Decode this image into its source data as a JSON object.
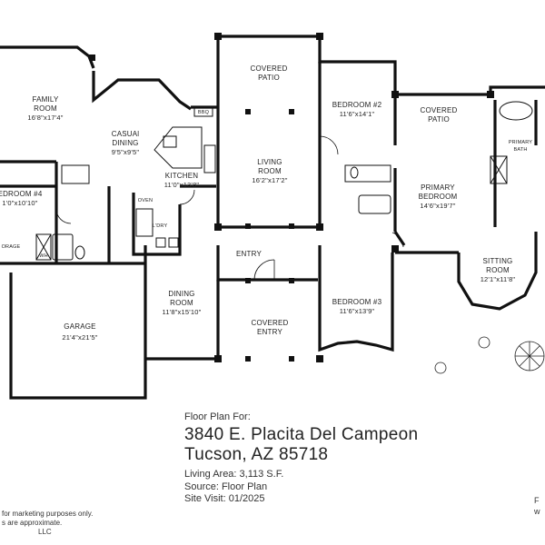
{
  "rooms": {
    "family": {
      "name": "FAMILY",
      "name2": "ROOM",
      "dims": "16'8\"x17'4\""
    },
    "covered_patio_top": {
      "name": "COVERED",
      "name2": "PATIO"
    },
    "bedroom2": {
      "name": "BEDROOM #2",
      "dims": "11'6\"x14'1\""
    },
    "covered_patio_right": {
      "name": "COVERED",
      "name2": "PATIO"
    },
    "casual_dining": {
      "name": "CASUAl",
      "name2": "DINING",
      "dims": "9'5\"x9'5\""
    },
    "bbq": {
      "name": "BBQ"
    },
    "living": {
      "name": "LIVING",
      "name2": "ROOM",
      "dims": "16'2\"x17'2\""
    },
    "kitchen": {
      "name": "KITCHEN",
      "dims": "11'0\"x13'8\""
    },
    "primary_bedroom": {
      "name": "PRIMARY",
      "name2": "BEDROOM",
      "dims": "14'6\"x19'7\""
    },
    "primary_bath": {
      "name": "PRIMARY",
      "name2": "BATH"
    },
    "bedroom4": {
      "name": "EDROOM #4",
      "dims": "1'0\"x10'10\""
    },
    "oven": {
      "name": "OVEN"
    },
    "laundry": {
      "name": "L'DRY"
    },
    "storage": {
      "name": "ORAGE"
    },
    "wh": {
      "name": "WH"
    },
    "entry": {
      "name": "ENTRY"
    },
    "sitting": {
      "name": "SITTING",
      "name2": "ROOM",
      "dims": "12'1\"x11'8\""
    },
    "garage": {
      "name": "GARAGE",
      "dims": "21'4\"x21'5\""
    },
    "dining": {
      "name": "DINING",
      "name2": "ROOM",
      "dims": "11'8\"x15'10\""
    },
    "bedroom3": {
      "name": "BEDROOM #3",
      "dims": "11'6\"x13'9\""
    },
    "covered_entry": {
      "name": "COVERED",
      "name2": "ENTRY"
    }
  },
  "info": {
    "label": "Floor Plan For:",
    "address_line1": "3840 E. Placita Del Campeon",
    "address_line2": "Tucson, AZ  85718",
    "living_area": "Living Area:  3,113 S.F.",
    "source": "Source:  Floor Plan",
    "site_visit": "Site Visit:  01/2025"
  },
  "disclaimer": {
    "line1": "for marketing purposes only.",
    "line2": "s are approximate.",
    "line3": "LLC"
  },
  "brand": {
    "line1": "F",
    "line2": "w"
  }
}
